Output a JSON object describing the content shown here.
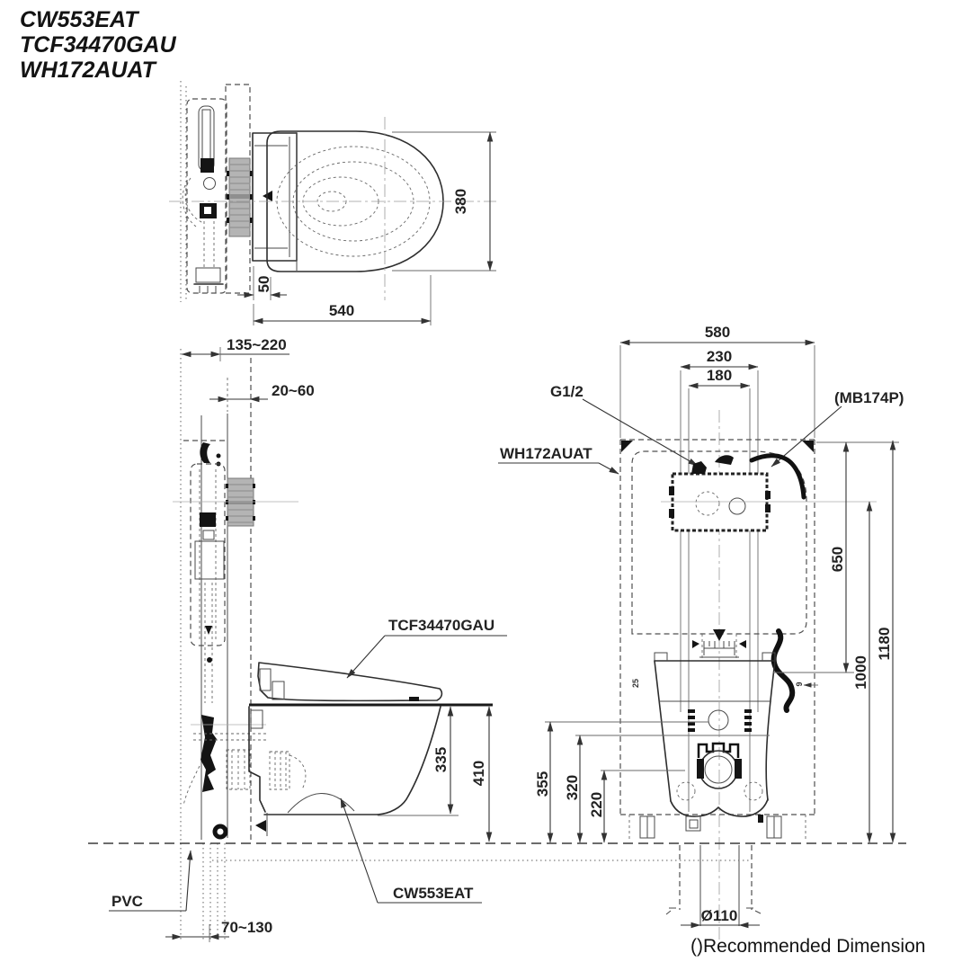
{
  "title": {
    "model1": "CW553EAT",
    "model2": "TCF34470GAU",
    "model3": "WH172AUAT"
  },
  "plan_view": {
    "depth": "380",
    "seat_offset": "50",
    "length": "540"
  },
  "side_view": {
    "install_depth": "135~220",
    "panel_gap": "20~60",
    "washlet_label": "TCF34470GAU",
    "bowl_height": "335",
    "rim_height": "410",
    "bowl_label": "CW553EAT",
    "pipe_label": "PVC",
    "drain_offset": "70~130"
  },
  "front_view": {
    "frame_width": "580",
    "tank_width": "230",
    "bolt_pitch": "180",
    "inlet_label": "G1/2",
    "stop_valve_label": "(MB174P)",
    "frame_label": "WH172AUAT",
    "tank_height": "650",
    "inlet_height": "1000",
    "frame_height": "1180",
    "height_355": "355",
    "height_320": "320",
    "height_220": "220",
    "drain_diameter": "Ø110",
    "small_left": "25",
    "small_right": "9"
  },
  "footer": {
    "note": "()Recommended Dimension"
  }
}
